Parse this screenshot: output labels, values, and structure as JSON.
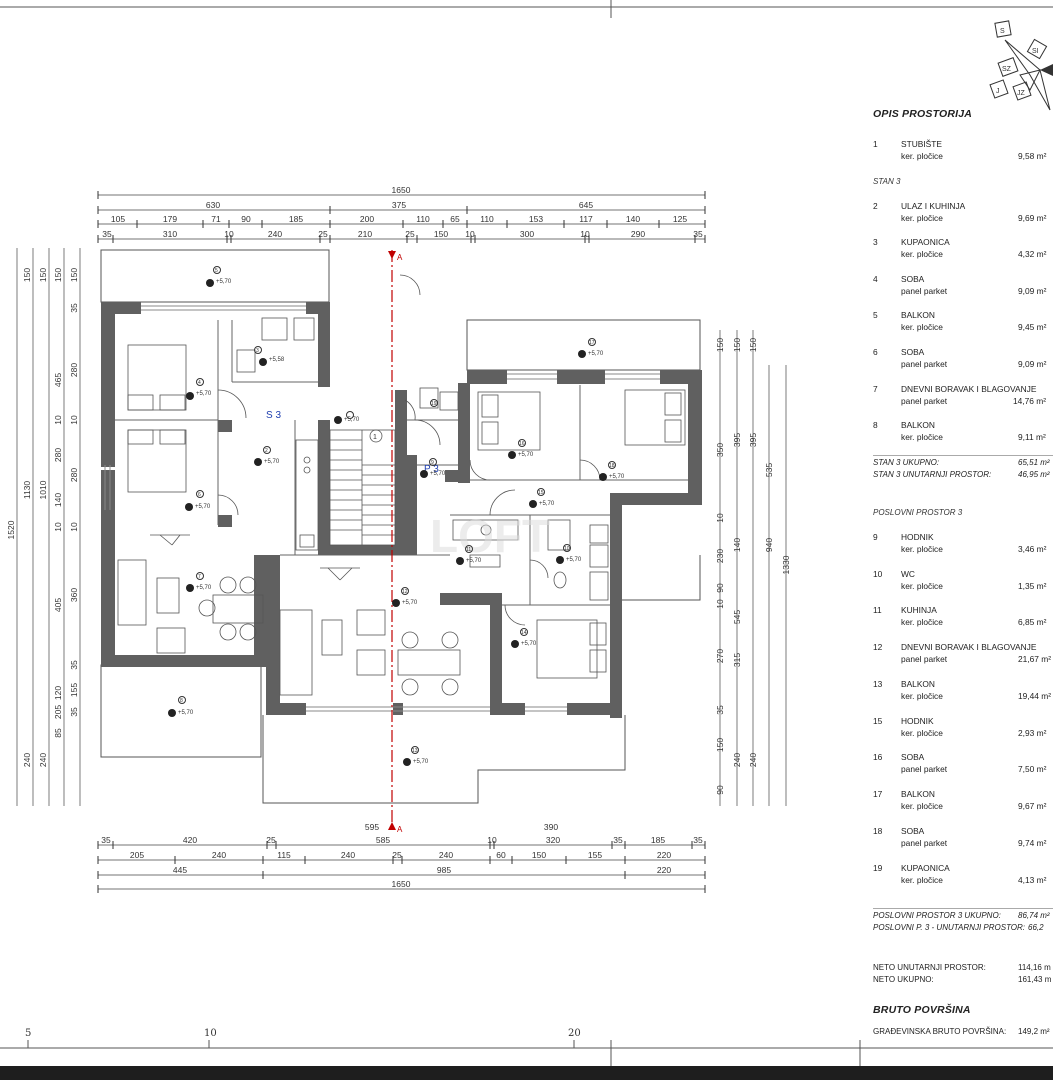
{
  "compass": {
    "labels": [
      "S",
      "SI",
      "SZ",
      "JZ",
      "J"
    ]
  },
  "section_marker": "A",
  "stair_number": "1",
  "apartment_labels": [
    "S 3",
    "P 3"
  ],
  "level_marks": {
    "m5": "+5,70",
    "m3": "+5,58",
    "m4": "+5,70",
    "m1": "+5,70",
    "m2": "+5,70",
    "m6": "+5,70",
    "m7": "+5,70",
    "m8": "+5,70",
    "m17": "+5,70",
    "m16": "+5,70",
    "m18": "+5,70",
    "m9": "+5,70",
    "m15": "+5,70",
    "m11": "+5,70",
    "m10": "+5,70",
    "m12": "+5,70",
    "m14": "+5,70",
    "m13": "+5,70",
    "m19": ""
  },
  "dims_top": {
    "total": "1650",
    "r2": [
      "630",
      "375",
      "645"
    ],
    "r3": [
      "105",
      "179",
      "71",
      "90",
      "185",
      "200",
      "110",
      "65",
      "110",
      "153",
      "117",
      "140",
      "125"
    ],
    "r4": [
      "35",
      "310",
      "10",
      "240",
      "25",
      "210",
      "25",
      "150",
      "10",
      "300",
      "10",
      "290",
      "35"
    ]
  },
  "dims_bottom": {
    "r1": [
      "35",
      "420",
      "25",
      "595",
      "390"
    ],
    "r1b": [
      "585",
      "10",
      "320",
      "35",
      "185",
      "35"
    ],
    "r2": [
      "205",
      "240",
      "115",
      "240",
      "25",
      "240",
      "60",
      "150",
      "155",
      "220"
    ],
    "r3": [
      "445",
      "985",
      "220"
    ],
    "total": "1650"
  },
  "dims_left": {
    "c1": "1520",
    "c2": [
      "150",
      "1130",
      "240"
    ],
    "c3": [
      "150",
      "1010",
      "240"
    ],
    "c4": [
      "150",
      "465",
      "10",
      "280",
      "140",
      "10",
      "405",
      "120",
      "205",
      "85"
    ],
    "c5": [
      "150",
      "35",
      "280",
      "10",
      "280",
      "10",
      "360",
      "35",
      "155",
      "35"
    ]
  },
  "dims_right": {
    "c1": [
      "150",
      "350",
      "10",
      "230",
      "90",
      "10",
      "270",
      "35",
      "150",
      "90"
    ],
    "c2": [
      "150",
      "395",
      "140",
      "545",
      "315",
      "240"
    ],
    "c3": [
      "150",
      "395",
      "940",
      "240"
    ],
    "c4": [
      "535"
    ],
    "c5": [
      "1330"
    ]
  },
  "grid_labels": [
    "5",
    "10",
    "20"
  ],
  "watermark": "LOFT",
  "legend": {
    "title": "OPIS PROSTORIJA",
    "stubiste": {
      "no": "1",
      "name": "STUBIŠTE",
      "floor": "ker. pločice",
      "area": "9,58 m²"
    },
    "stan_title": "STAN 3",
    "stan_rooms": [
      {
        "no": "2",
        "name": "ULAZ I KUHINJA",
        "floor": "ker. pločice",
        "area": "9,69 m²"
      },
      {
        "no": "3",
        "name": "KUPAONICA",
        "floor": "ker. pločice",
        "area": "4,32 m²"
      },
      {
        "no": "4",
        "name": "SOBA",
        "floor": "panel parket",
        "area": "9,09 m²"
      },
      {
        "no": "5",
        "name": "BALKON",
        "floor": "ker. pločice",
        "area": "9,45 m²"
      },
      {
        "no": "6",
        "name": "SOBA",
        "floor": "panel parket",
        "area": "9,09 m²"
      },
      {
        "no": "7",
        "name": "DNEVNI BORAVAK I BLAGOVANJE",
        "floor": "panel parket",
        "area": "14,76 m²"
      },
      {
        "no": "8",
        "name": "BALKON",
        "floor": "ker. pločice",
        "area": "9,11 m²"
      }
    ],
    "stan_total_label": "STAN 3 UKUPNO:",
    "stan_total_value": "65,51 m²",
    "stan_inner_label": "STAN 3 UNUTARNJI PROSTOR:",
    "stan_inner_value": "46,95 m²",
    "pos_title": "POSLOVNI PROSTOR 3",
    "pos_rooms": [
      {
        "no": "9",
        "name": "HODNIK",
        "floor": "ker. pločice",
        "area": "3,46 m²"
      },
      {
        "no": "10",
        "name": "WC",
        "floor": "ker. pločice",
        "area": "1,35 m²"
      },
      {
        "no": "11",
        "name": "KUHINJA",
        "floor": "ker. pločice",
        "area": "6,85 m²"
      },
      {
        "no": "12",
        "name": "DNEVNI BORAVAK I BLAGOVANJE",
        "floor": "panel parket",
        "area": "21,67 m²"
      },
      {
        "no": "13",
        "name": "BALKON",
        "floor": "ker. pločice",
        "area": "19,44 m²"
      },
      {
        "no": "15",
        "name": "HODNIK",
        "floor": "ker. pločice",
        "area": "2,93 m²"
      },
      {
        "no": "16",
        "name": "SOBA",
        "floor": "panel parket",
        "area": "7,50 m²"
      },
      {
        "no": "17",
        "name": "BALKON",
        "floor": "ker. pločice",
        "area": "9,67 m²"
      },
      {
        "no": "18",
        "name": "SOBA",
        "floor": "panel parket",
        "area": "9,74 m²"
      },
      {
        "no": "19",
        "name": "KUPAONICA",
        "floor": "ker. pločice",
        "area": "4,13 m²"
      }
    ],
    "pos_total_label": "POSLOVNI PROSTOR 3 UKUPNO:",
    "pos_total_value": "86,74 m²",
    "pos_inner_label": "POSLOVNI P. 3 - UNUTARNJI PROSTOR:",
    "pos_inner_value": "66,2",
    "neto_inner_label": "NETO UNUTARNJI PROSTOR:",
    "neto_inner_value": "114,16 m",
    "neto_total_label": "NETO UKUPNO:",
    "neto_total_value": "161,43 m",
    "bruto_title": "BRUTO POVRŠINA",
    "bruto_label": "GRAĐEVINSKA BRUTO POVRŠINA:",
    "bruto_value": "149,2 m²"
  }
}
